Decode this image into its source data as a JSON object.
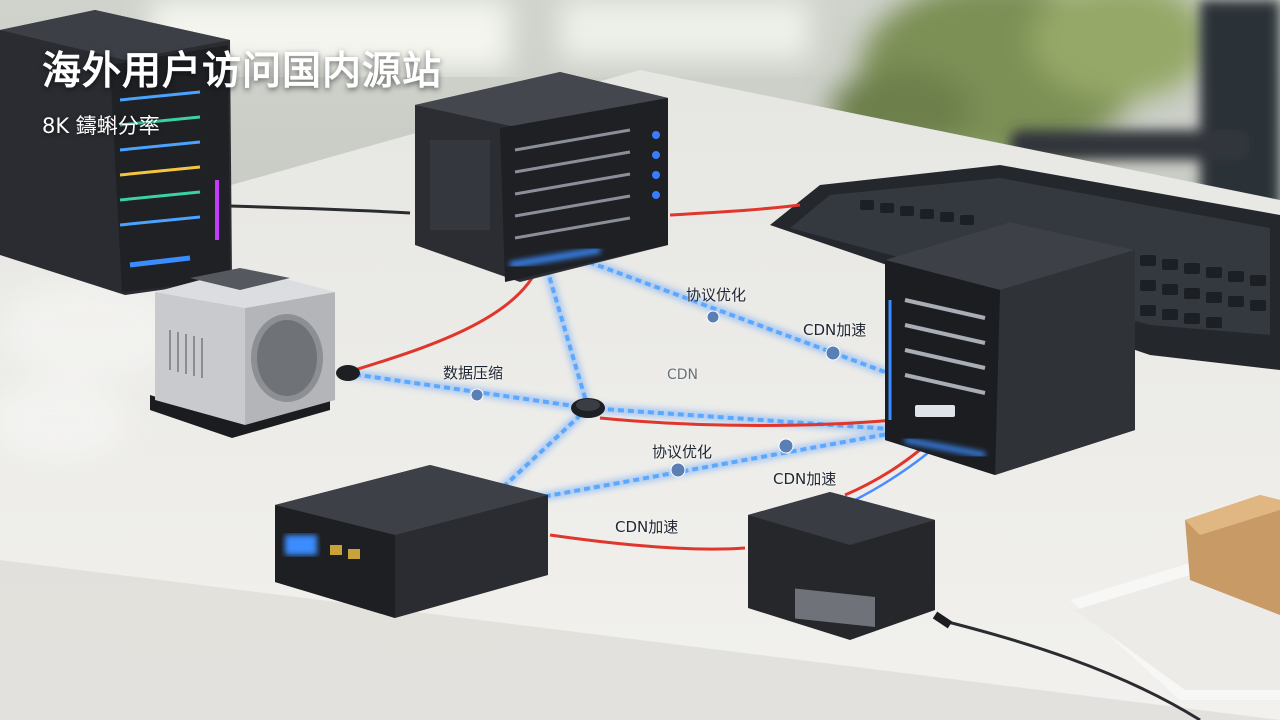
{
  "title": "海外用户访问国内源站",
  "subtitle": "8K 鑄蝌分率",
  "labels": {
    "protocol_opt_top": "协议优化",
    "cdn_accel_top": "CDN加速",
    "data_compress": "数据压缩",
    "cdn_center": "CDN",
    "protocol_opt_mid": "协议优化",
    "cdn_accel_mid": "CDN加速",
    "cdn_accel_bottom": "CDN加速"
  },
  "colors": {
    "link_blue": "#3a8cff",
    "link_red": "#e0362c",
    "server_dark": "#2a2c31",
    "desk": "#e9e8e4"
  }
}
